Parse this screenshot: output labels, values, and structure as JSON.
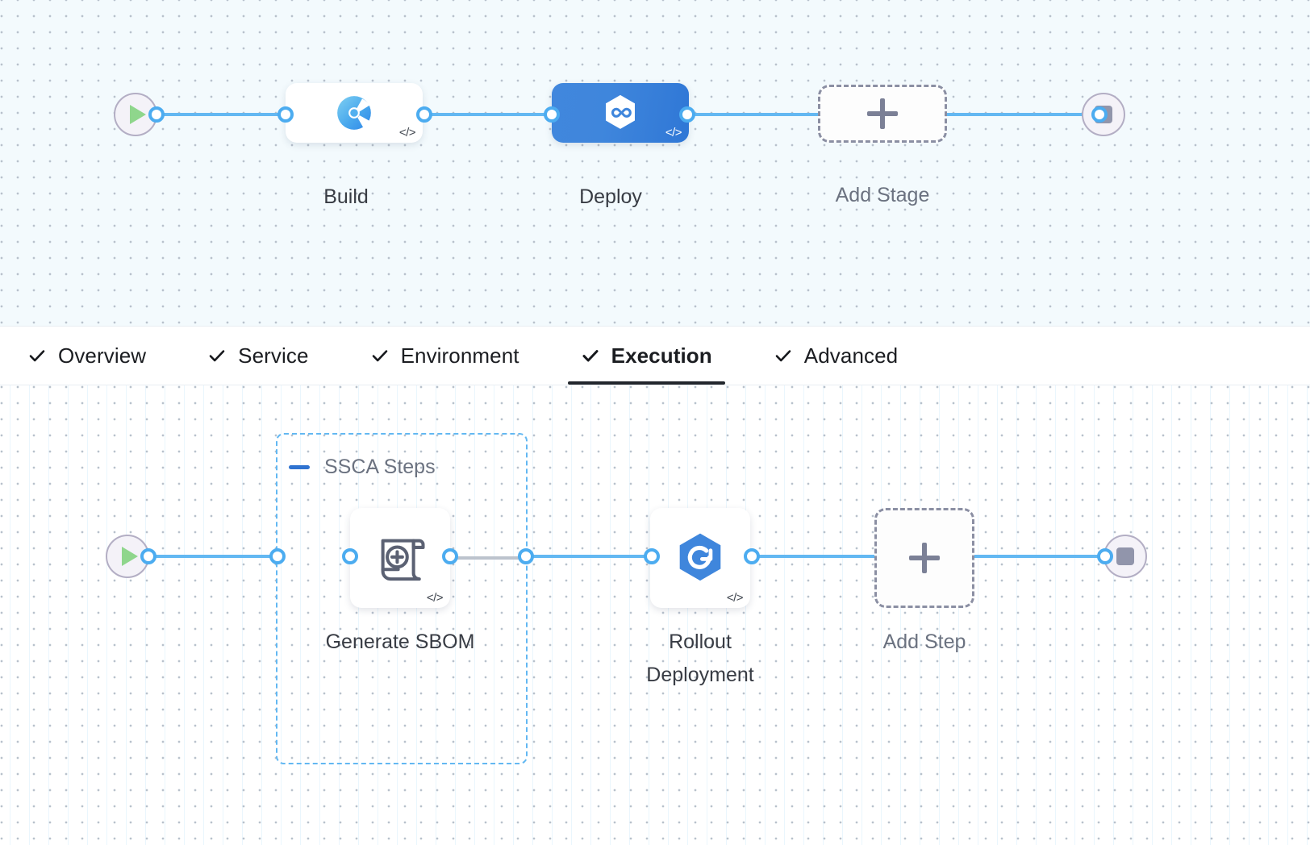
{
  "colors": {
    "edge_blue": "#63b8f2",
    "port_blue": "#4cacf0",
    "deploy_stage_blue": "#3f86dc",
    "group_border_blue": "#63b8f2",
    "collapse_blue": "#2f73d0",
    "play_green": "#8fd68c",
    "stop_gray": "#9195ab",
    "dashed_gray": "#8b8fa3",
    "label_gray": "#6b7280",
    "canvas_top_bg": "#f3fafd",
    "canvas_bottom_bg": "#ffffff"
  },
  "stage_canvas": {
    "start_node": {
      "name": "start",
      "icon": "play-icon"
    },
    "end_node": {
      "name": "end",
      "icon": "stop-icon"
    },
    "stages": [
      {
        "label": "Build",
        "icon": "build-ci-icon",
        "badge": "</>",
        "selected": false
      },
      {
        "label": "Deploy",
        "icon": "harness-cd-icon",
        "badge": "</>",
        "selected": true
      }
    ],
    "add_stage": {
      "label": "Add Stage",
      "icon": "plus-icon"
    }
  },
  "tabs": [
    {
      "label": "Overview",
      "icon": "check-icon",
      "active": false
    },
    {
      "label": "Service",
      "icon": "check-icon",
      "active": false
    },
    {
      "label": "Environment",
      "icon": "check-icon",
      "active": false
    },
    {
      "label": "Execution",
      "icon": "check-icon",
      "active": true
    },
    {
      "label": "Advanced",
      "icon": "check-icon",
      "active": false
    }
  ],
  "step_canvas": {
    "start_node": {
      "name": "start",
      "icon": "play-icon"
    },
    "end_node": {
      "name": "end",
      "icon": "stop-icon"
    },
    "group": {
      "title": "SSCA Steps",
      "collapse_icon": "minus-icon"
    },
    "steps": [
      {
        "label": "Generate SBOM",
        "icon": "sbom-scroll-plus-icon",
        "badge": "</>"
      },
      {
        "label": "Rollout Deployment",
        "icon": "rollout-hexagon-icon",
        "badge": "</>"
      }
    ],
    "add_step": {
      "label": "Add Step",
      "icon": "plus-icon"
    }
  }
}
